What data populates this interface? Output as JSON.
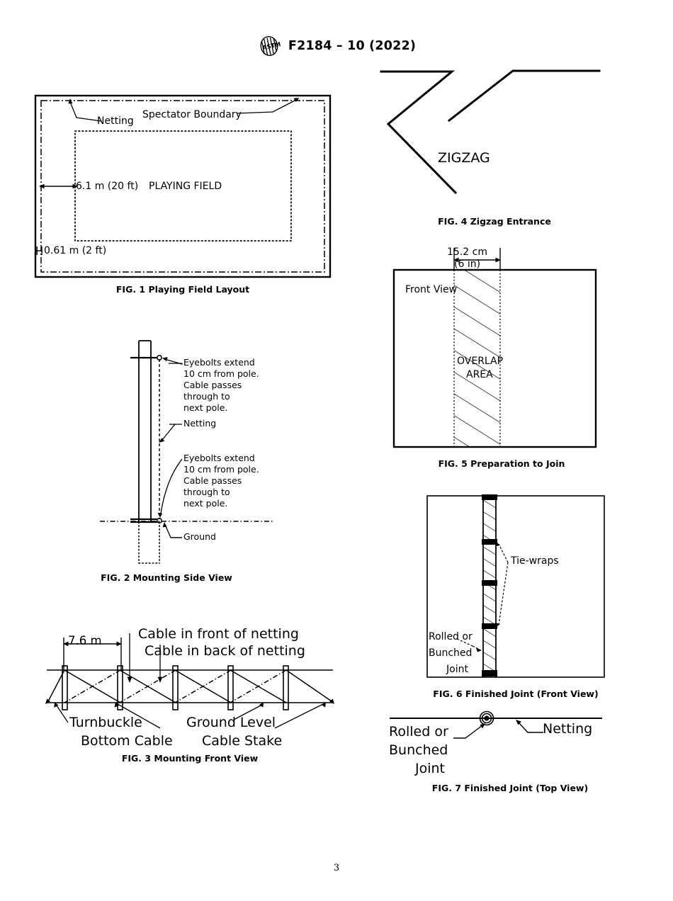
{
  "header": {
    "standard_designation": "F2184 – 10 (2022)",
    "logo_icon": "astm-logo-icon"
  },
  "page_number": "3",
  "figures": [
    {
      "id": "fig1",
      "caption": "FIG. 1 Playing Field Layout",
      "labels": {
        "netting": "Netting",
        "spectator_boundary": "Spectator Boundary",
        "playing_field": "PLAYING FIELD",
        "dim_width": "6.1 m (20 ft)",
        "dim_offset": "0.61 m (2 ft)"
      }
    },
    {
      "id": "fig2",
      "caption": "FIG. 2 Mounting Side View",
      "labels": {
        "eyebolt_top": "Eyebolts extend\n10 cm from pole.\nCable passes\nthrough to\nnext pole.",
        "eyebolt_top_lines": [
          "Eyebolts extend",
          "10 cm from pole.",
          "Cable passes",
          "through to",
          "next pole."
        ],
        "netting": "Netting",
        "eyebolt_bottom_lines": [
          "Eyebolts extend",
          "10 cm from pole.",
          "Cable passes",
          "through to",
          "next pole."
        ],
        "ground": "Ground"
      }
    },
    {
      "id": "fig3",
      "caption": "FIG. 3 Mounting Front View",
      "labels": {
        "span": "7.6 m",
        "cable_front": "Cable in front of netting",
        "cable_back": "Cable in back of netting",
        "turnbuckle": "Turnbuckle",
        "bottom_cable": "Bottom Cable",
        "ground_level": "Ground Level",
        "cable_stake": "Cable Stake"
      }
    },
    {
      "id": "fig4",
      "caption": "FIG. 4 Zigzag Entrance",
      "labels": {
        "zigzag": "ZIGZAG"
      }
    },
    {
      "id": "fig5",
      "caption": "FIG. 5 Preparation to Join",
      "labels": {
        "front_view": "Front View",
        "dim_cm": "15.2 cm",
        "dim_in": "(6 in)",
        "overlap_line1": "OVERLAP",
        "overlap_line2": "AREA"
      }
    },
    {
      "id": "fig6",
      "caption": "FIG. 6 Finished Joint (Front View)",
      "labels": {
        "tie_wraps": "Tie-wraps",
        "joint_line1": "Rolled or",
        "joint_line2": "Bunched",
        "joint_line3": "Joint"
      }
    },
    {
      "id": "fig7",
      "caption": "FIG. 7 Finished Joint (Top View)",
      "labels": {
        "joint_line1": "Rolled or",
        "joint_line2": "Bunched",
        "joint_line3": "Joint",
        "netting": "Netting"
      }
    }
  ],
  "colors": {
    "ink": "#000000",
    "paper": "#ffffff"
  }
}
